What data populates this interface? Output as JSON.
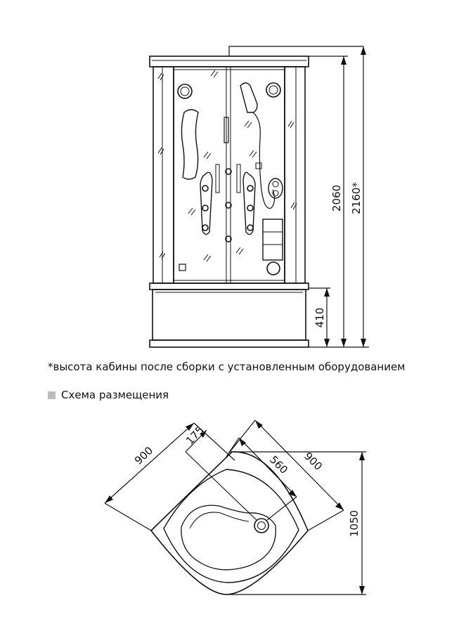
{
  "front_view": {
    "dimensions": {
      "cabin_height": "2060",
      "total_height": "2160*",
      "tray_height": "410"
    }
  },
  "footnote": "*высота кабины после сборки с установленным оборудованием",
  "layout_section": {
    "heading": "Схема размещения",
    "heading_square_color": "#bdbdbd"
  },
  "plan_view": {
    "dimensions": {
      "width_left": "900",
      "width_right": "900",
      "drain_offset": "175",
      "drain_distance": "560",
      "depth": "1050"
    }
  }
}
